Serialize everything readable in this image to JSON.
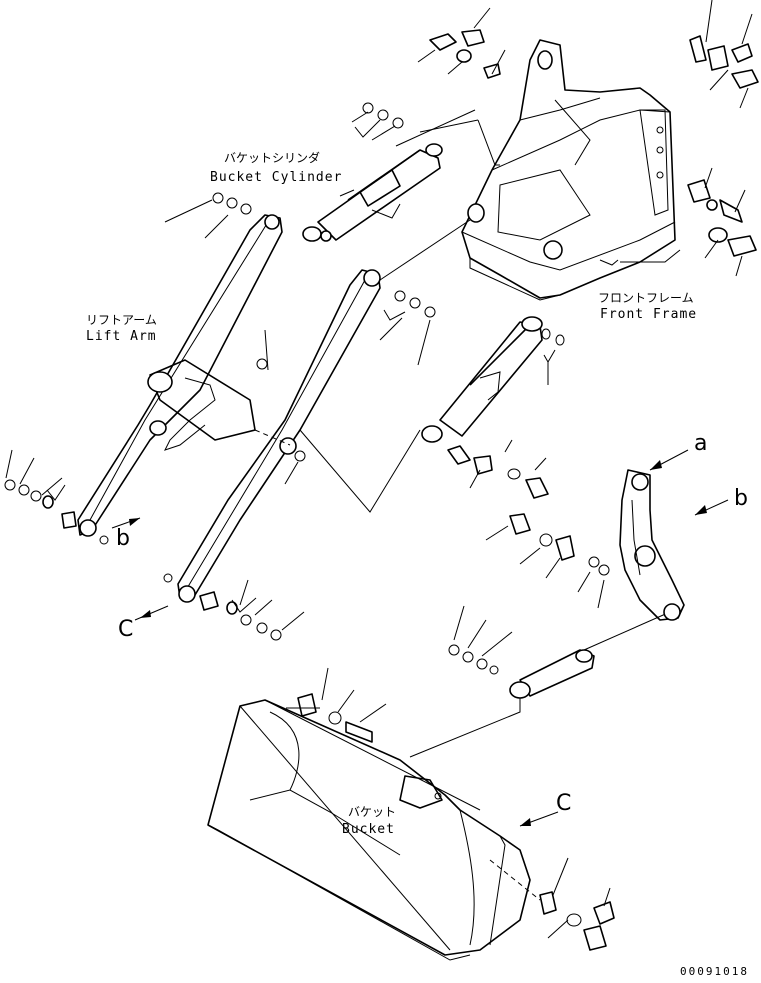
{
  "labels": {
    "bucket_cylinder_jp": "バケットシリンダ",
    "bucket_cylinder_en": "Bucket Cylinder",
    "lift_arm_jp": "リフトアーム",
    "lift_arm_en": "Lift Arm",
    "front_frame_jp": "フロントフレーム",
    "front_frame_en": "Front Frame",
    "bucket_jp": "バケット",
    "bucket_en": "Bucket"
  },
  "refs": {
    "a": "a",
    "b_right": "b",
    "b_left": "b",
    "c_left": "C",
    "c_right": "C"
  },
  "drawing_code": "00091018"
}
